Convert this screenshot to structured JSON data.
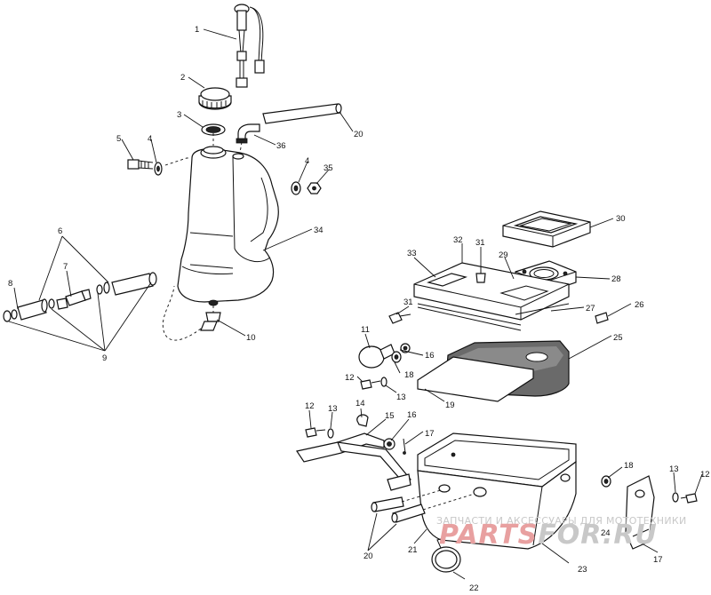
{
  "callouts": {
    "c1": "1",
    "c2": "2",
    "c3": "3",
    "c4a": "4",
    "c4b": "4",
    "c5": "5",
    "c6": "6",
    "c7": "7",
    "c8": "8",
    "c9": "9",
    "c10": "10",
    "c11": "11",
    "c12a": "12",
    "c12b": "12",
    "c12c": "12",
    "c13a": "13",
    "c13b": "13",
    "c13c": "13",
    "c14": "14",
    "c15": "15",
    "c16a": "16",
    "c16b": "16",
    "c17a": "17",
    "c17b": "17",
    "c18a": "18",
    "c18b": "18",
    "c19": "19",
    "c20a": "20",
    "c20b": "20",
    "c21": "21",
    "c22": "22",
    "c23": "23",
    "c24": "24",
    "c25": "25",
    "c26": "26",
    "c27": "27",
    "c28": "28",
    "c29": "29",
    "c30": "30",
    "c31a": "31",
    "c31b": "31",
    "c32": "32",
    "c33": "33",
    "c34": "34",
    "c35": "35",
    "c36": "36"
  },
  "watermark": {
    "tagline": "ЗАПЧАСТИ И АКСЕССУАРЫ ДЛЯ МОТОТЕХНИКИ",
    "logo_left": "PARTS",
    "logo_right": "FOR.RU",
    "logo_left_color": "#e8a0a0",
    "logo_right_color": "#c8c8c8"
  }
}
